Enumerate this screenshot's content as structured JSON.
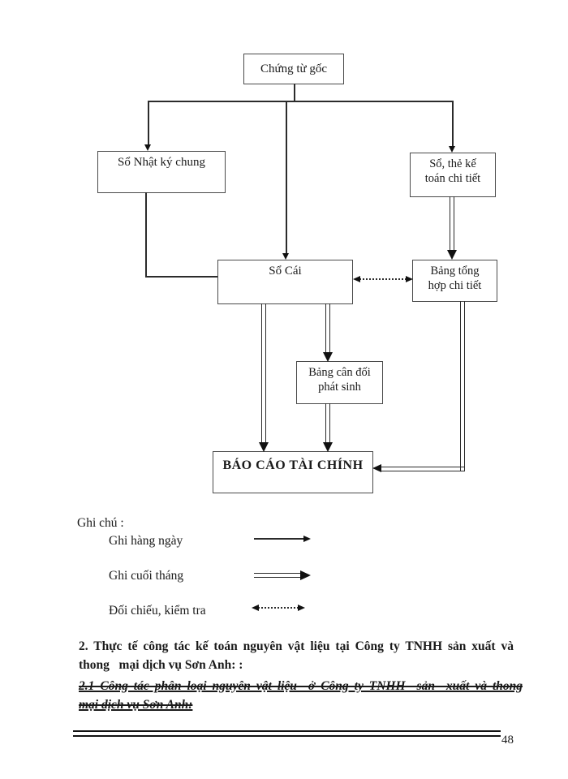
{
  "flowchart": {
    "boxes": {
      "chung_tu_goc": "Chứng từ gốc",
      "so_nhat_ky_chung": "Sổ Nhật ký chung",
      "so_the_ke_toan_chi_tiet": "Sổ, thẻ kế\ntoán chi tiết",
      "so_cai": "Sổ Cái",
      "bang_tong_hop_chi_tiet": "Bảng tổng\nhợp chi tiết",
      "bang_can_doi_phat_sinh": "Bảng cân đối\nphát sinh",
      "bao_cao_tai_chinh": "BÁO CÁO TÀI CHÍNH"
    },
    "line_color": "#2b2b2b"
  },
  "legend": {
    "title": "Ghi chú :",
    "items": [
      {
        "label": "Ghi hàng ngày",
        "arrow": "single-solid-right"
      },
      {
        "label": "Ghi cuối tháng",
        "arrow": "double-solid-right"
      },
      {
        "label": "Đối chiếu, kiểm tra",
        "arrow": "dotted-double-headed"
      }
    ]
  },
  "body_text": {
    "heading_line1": "2. Thực tế công tác kế toán nguyên vật liệu tại Công ty TNHH sản xuất và",
    "heading_line2": "thong   mại dịch vụ Sơn Anh: :",
    "subheading_line1": "2.1 Công tác phân loại nguyên vật liệu  ở Công ty TNHH  sản  xuất và thong",
    "subheading_line2": "mại dịch vụ Sơn Anh:"
  },
  "footer": {
    "page_number": "48"
  }
}
